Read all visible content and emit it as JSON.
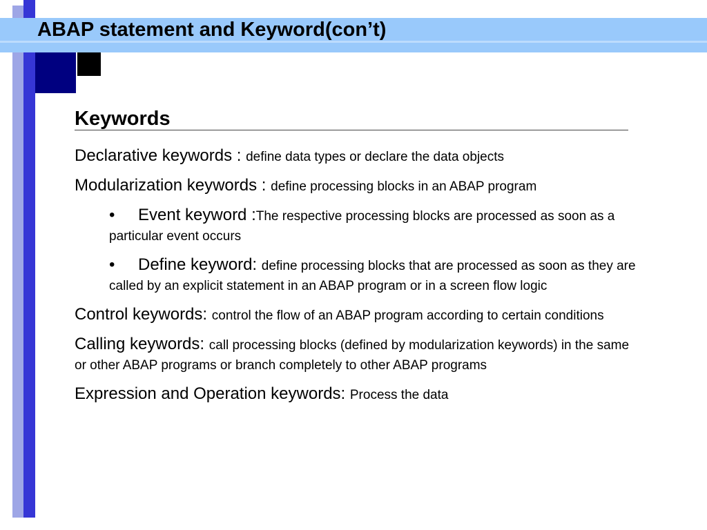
{
  "slide": {
    "title": "ABAP statement and Keyword(con’t)",
    "heading": "Keywords",
    "bullet_glyph": "•",
    "items": [
      {
        "label": "Declarative keywords : ",
        "description": "define data types or declare the data objects"
      },
      {
        "label": "Modularization keywords : ",
        "description": "define processing blocks in an ABAP program"
      },
      {
        "label": "Event keyword :",
        "description": "The respective processing blocks are processed as soon as a particular event occurs"
      },
      {
        "label": "Define keyword: ",
        "description": "define processing blocks that are processed as soon as they are called by an explicit statement in an ABAP program or in a screen flow logic"
      },
      {
        "label": "Control keywords: ",
        "description": "control the flow of an ABAP program according to certain conditions"
      },
      {
        "label": "Calling keywords: ",
        "description": "call processing blocks (defined by modularization keywords) in the same or other ABAP programs or branch completely to other ABAP programs"
      },
      {
        "label": "Expression and Operation keywords: ",
        "description": "Process the data"
      }
    ]
  }
}
